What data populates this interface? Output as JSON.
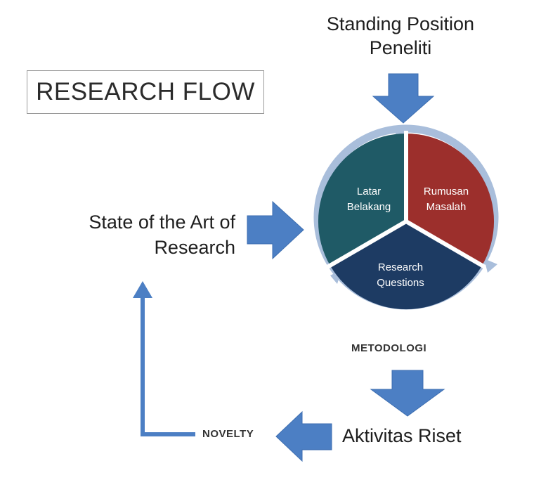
{
  "title": "RESEARCH FLOW",
  "standing_position": {
    "line1": "Standing Position",
    "line2": "Peneliti"
  },
  "state_of_art": {
    "line1": "State of the Art of",
    "line2": "Research"
  },
  "cycle": {
    "segments": [
      {
        "label": "Latar\nBelakang",
        "color": "#1f5a66"
      },
      {
        "label": "Rumusan\nMasalah",
        "color": "#9c2f2c"
      },
      {
        "label": "Research\nQuestions",
        "color": "#1d3b63"
      }
    ],
    "ring_color": "#a9bedb"
  },
  "metodologi": "METODOLOGI",
  "aktivitas_riset": "Aktivitas Riset",
  "novelty": "NOVELTY",
  "colors": {
    "arrow": "#4c7fc4",
    "arrow_outline": "#3d6eb0"
  }
}
